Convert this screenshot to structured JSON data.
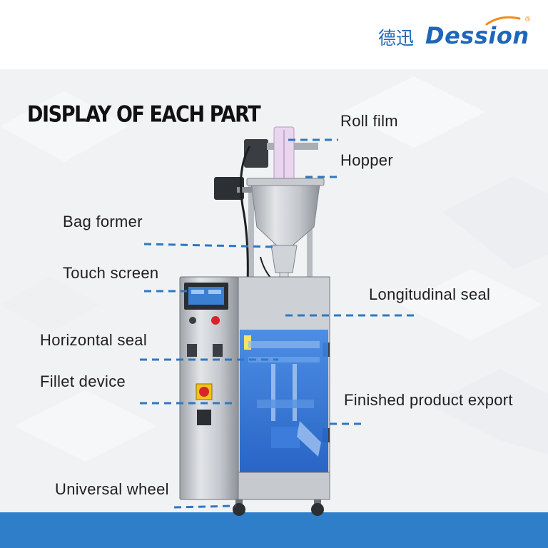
{
  "brand": {
    "name_cn": "德迅",
    "name_en": "Dession",
    "registered_mark": "®",
    "accent_color": "#1e66b8",
    "swoosh_color": "#f08c1a"
  },
  "title": "DISPLAY OF EACH PART",
  "parts": [
    {
      "id": "roll-film",
      "label": "Roll film"
    },
    {
      "id": "hopper",
      "label": "Hopper"
    },
    {
      "id": "bag-former",
      "label": "Bag former"
    },
    {
      "id": "touch-screen",
      "label": "Touch screen"
    },
    {
      "id": "longitudinal-seal",
      "label": "Longitudinal seal"
    },
    {
      "id": "horizontal-seal",
      "label": "Horizontal seal"
    },
    {
      "id": "fillet-device",
      "label": "Fillet device"
    },
    {
      "id": "finished-product-export",
      "label": "Finished product export"
    },
    {
      "id": "universal-wheel",
      "label": "Universal wheel"
    }
  ],
  "colors": {
    "leader_line": "#2e78c2",
    "highlight": "#2f6fd8",
    "footer_band": "#2f7ec9",
    "steel": "#c9ccd1"
  }
}
